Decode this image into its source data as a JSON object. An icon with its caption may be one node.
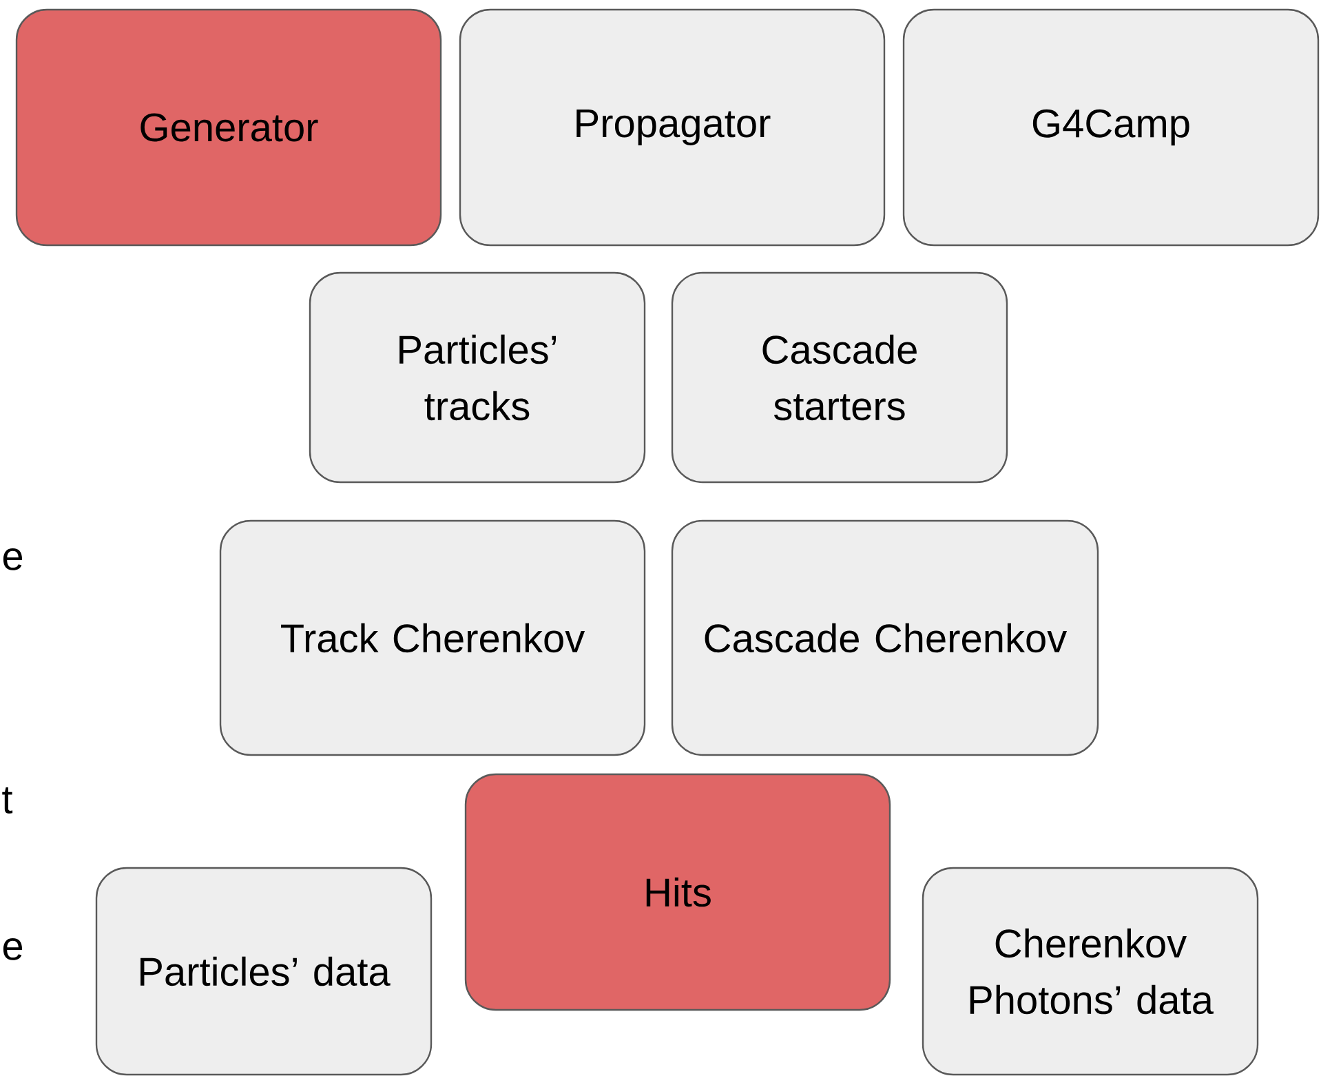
{
  "diagram": {
    "nodes": [
      {
        "text": [
          "Generator"
        ]
      },
      {
        "text": [
          "Propagator"
        ]
      },
      {
        "text": [
          "G4Camp"
        ]
      },
      {
        "text": [
          "Particles’ tracks"
        ]
      },
      {
        "text": [
          "Cascade starters"
        ]
      },
      {
        "text": [
          "Track Cherenkov"
        ]
      },
      {
        "text": [
          "Cascade Cherenkov"
        ]
      },
      {
        "text": [
          "Hits"
        ]
      },
      {
        "text": [
          "Particles’ data"
        ]
      },
      {
        "text": [
          "Cherenkov Photons’ data"
        ]
      }
    ],
    "labels": [
      "e",
      "t",
      "e"
    ]
  }
}
